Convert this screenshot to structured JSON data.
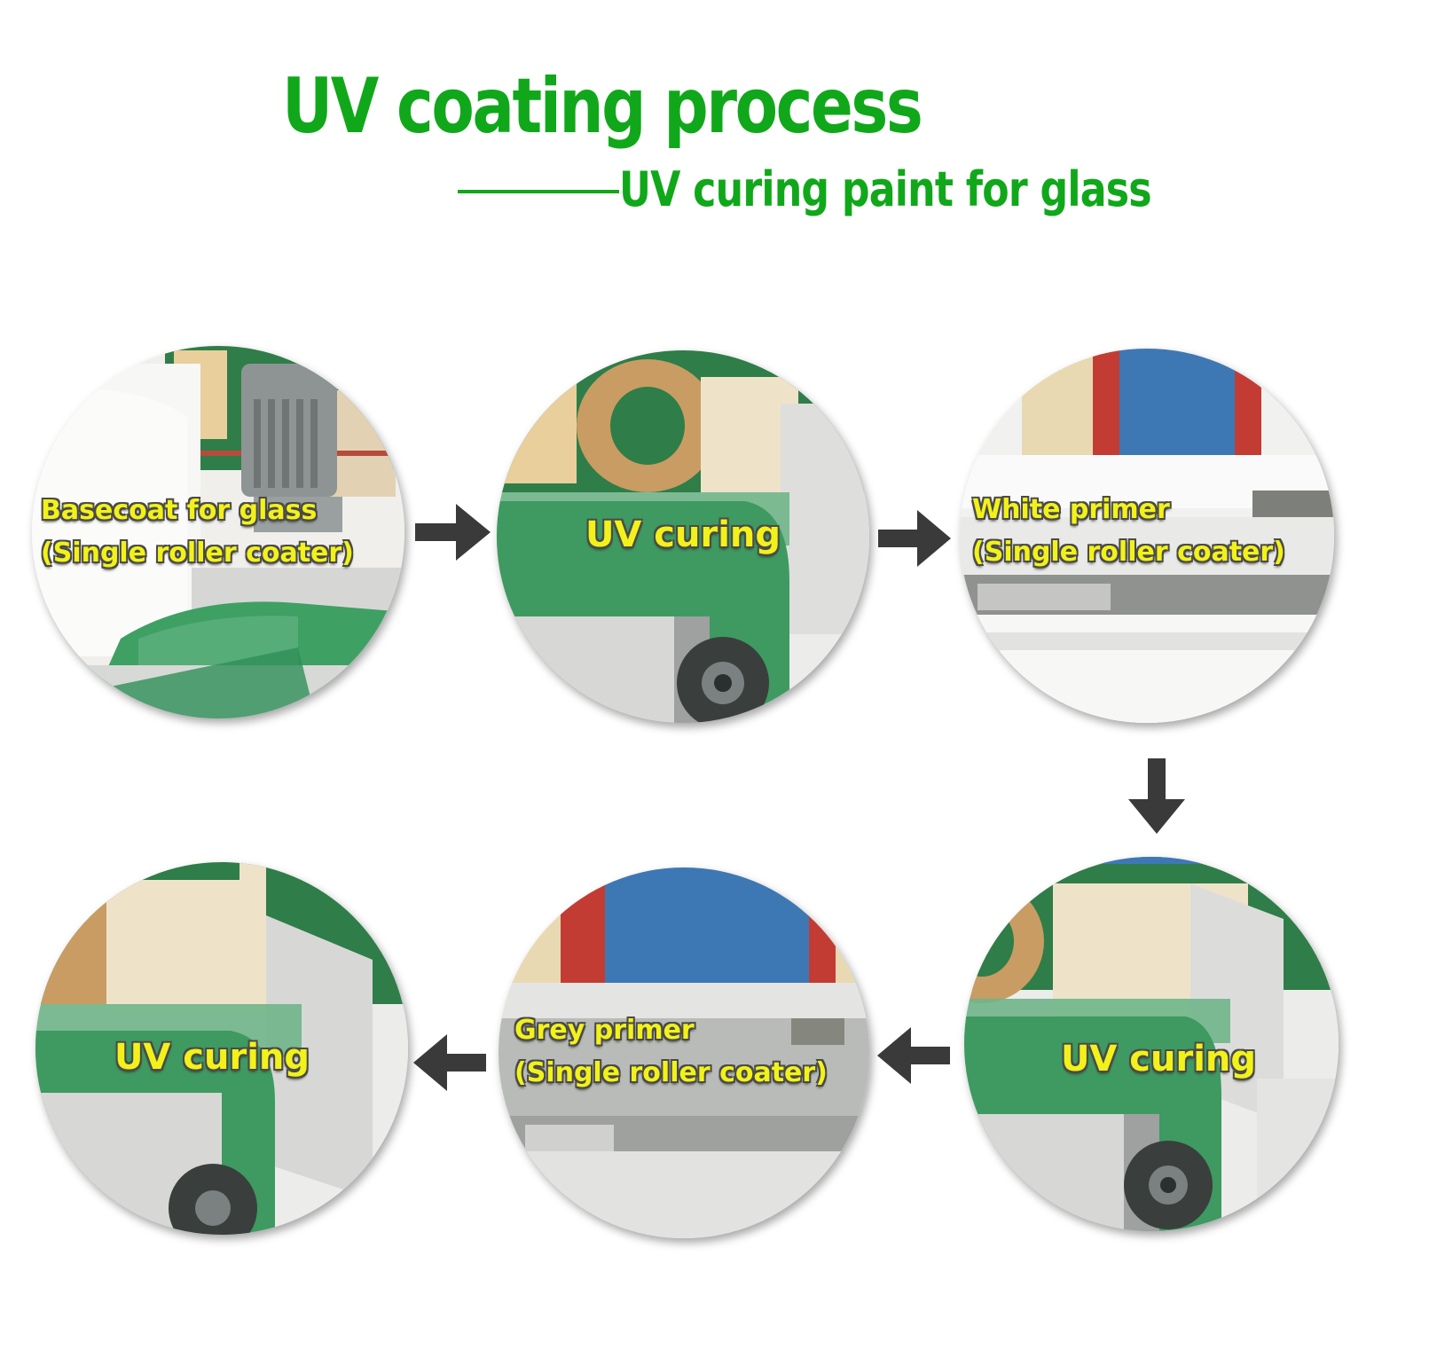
{
  "header": {
    "title": "UV coating process",
    "subtitle": "UV curing paint for glass"
  },
  "colors": {
    "title_green": "#10a81a",
    "label_yellow": "#f2f21a",
    "arrow_dark": "#3a3a3a"
  },
  "steps": [
    {
      "line1": "Basecoat for glass",
      "line2": "(Single roller coater)",
      "scene": "roller-coater-motor"
    },
    {
      "line1": "UV curing",
      "scene": "uv-curing-conveyor"
    },
    {
      "line1": "White primer",
      "line2": "(Single roller coater)",
      "scene": "roller-coater-panel"
    },
    {
      "line1": "UV curing",
      "scene": "uv-curing-conveyor"
    },
    {
      "line1": "Grey primer",
      "line2": "(Single roller coater)",
      "scene": "roller-coater-panel"
    },
    {
      "line1": "UV curing",
      "scene": "uv-curing-conveyor"
    }
  ],
  "flow_arrows": [
    "arrow-right",
    "arrow-right",
    "arrow-down",
    "arrow-left",
    "arrow-left"
  ]
}
